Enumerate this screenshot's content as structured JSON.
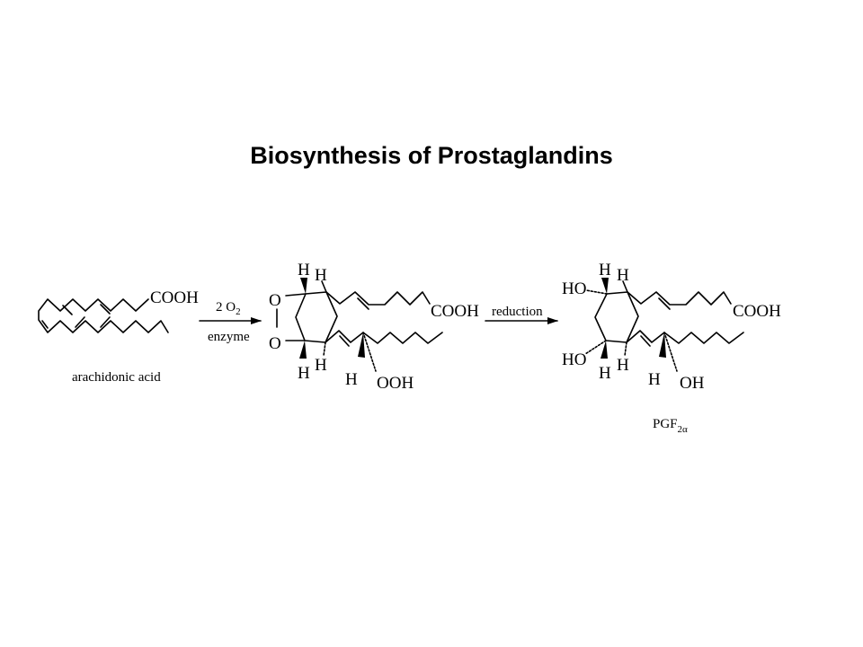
{
  "title": "Biosynthesis of Prostaglandins",
  "reactant": {
    "name": "arachidonic acid",
    "group": "COOH"
  },
  "step1": {
    "reagent_number": "2 O",
    "reagent_subscript": "2",
    "condition": "enzyme"
  },
  "intermediate": {
    "oxygen": "O",
    "hydrogen": "H",
    "acid_group": "COOH",
    "peroxide_group": "OOH"
  },
  "step2": {
    "condition": "reduction"
  },
  "product": {
    "hydroxyl_left": "HO",
    "hydrogen": "H",
    "acid_group": "COOH",
    "hydroxyl_group": "OH",
    "name": "PGF",
    "name_subscript": "2α"
  }
}
